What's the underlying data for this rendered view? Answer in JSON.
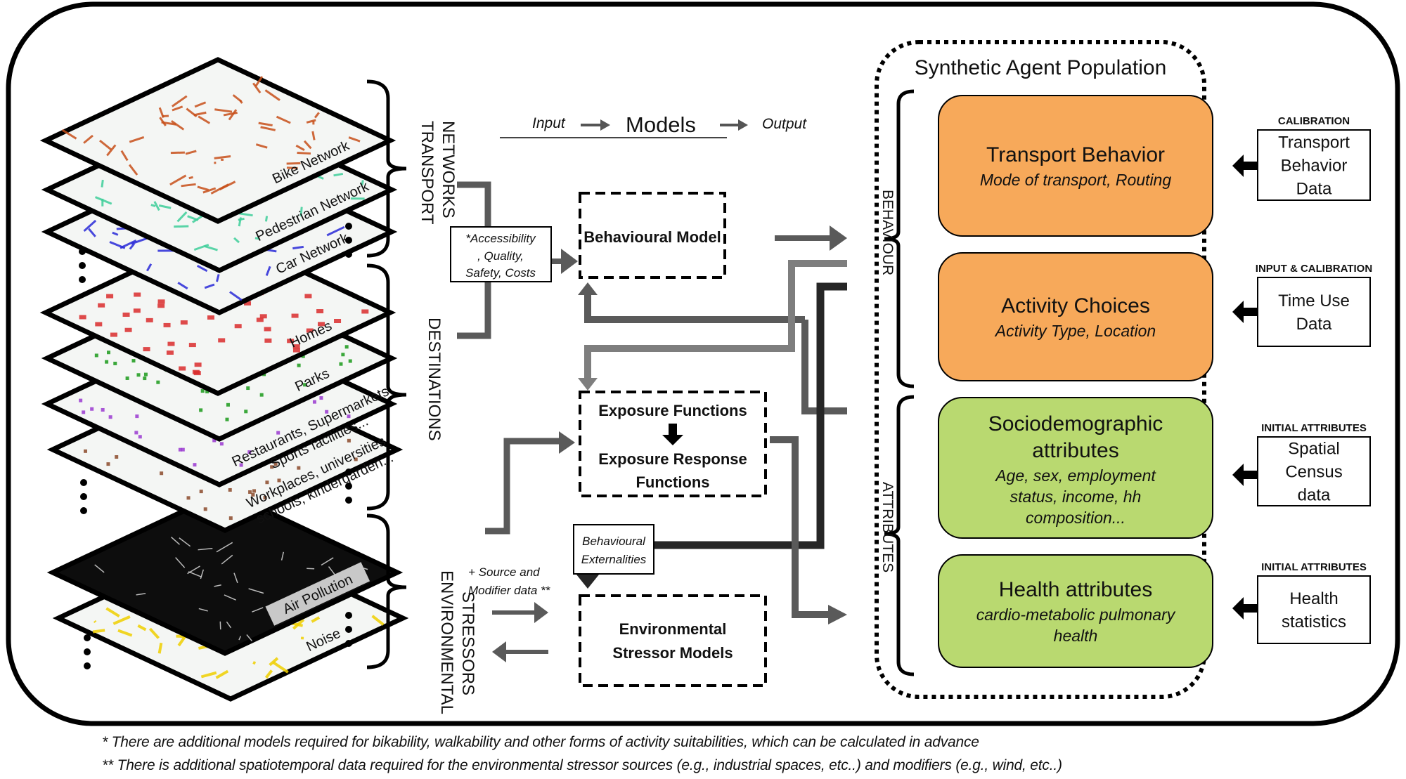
{
  "legend": {
    "input": "Input",
    "models": "Models",
    "output": "Output"
  },
  "layers": [
    {
      "label": "Bike Network",
      "color": "#c8501a",
      "group": "transport"
    },
    {
      "label": "Pedestrian Network",
      "color": "#3ecf9a",
      "group": "transport"
    },
    {
      "label": "Car Network",
      "color": "#2a2ad8",
      "group": "transport"
    },
    {
      "label": "Homes",
      "color": "#d92b2b",
      "group": "destinations"
    },
    {
      "label": "Parks",
      "color": "#1a9a1a",
      "group": "destinations"
    },
    {
      "label": "Restaurants, Supermarkets,",
      "label2": "Sports facilities...",
      "color": "#9a3ad0",
      "group": "destinations"
    },
    {
      "label": "Workplaces, universities,",
      "label2": "schools, kindergarden...",
      "color": "#8b4a2a",
      "group": "destinations"
    },
    {
      "label": "Air Pollution",
      "color": "#111111",
      "group": "environmental"
    },
    {
      "label": "Noise",
      "color": "#f0d000",
      "group": "environmental"
    }
  ],
  "groups": {
    "transport": [
      "TRANSPORT",
      "NETWORKS"
    ],
    "destinations": [
      "DESTINATIONS"
    ],
    "environmental": [
      "ENVIRONMENTAL",
      "STRESSORS"
    ]
  },
  "models": {
    "accessibility": [
      "*Accessibility",
      ", Quality,",
      "Safety, Costs"
    ],
    "behavioural_model": "Behavioural Model",
    "exposure_functions": "Exposure Functions",
    "exposure_response": [
      "Exposure Response",
      "Functions"
    ],
    "behavioural_externalities": [
      "Behavioural",
      "Externalities"
    ],
    "source_modifier": [
      "+ Source and",
      "Modifier data **"
    ],
    "environmental_stressor": [
      "Environmental",
      "Stressor Models"
    ]
  },
  "population": {
    "title": "Synthetic Agent Population",
    "behaviour_label": "BEHAVIOUR",
    "attributes_label": "ATTRIBUTES",
    "boxes": [
      {
        "title": [
          "Transport Behavior"
        ],
        "subtitle": [
          "Mode of transport, Routing"
        ],
        "color": "#f7a95a"
      },
      {
        "title": [
          "Activity Choices"
        ],
        "subtitle": [
          "Activity Type, Location"
        ],
        "color": "#f7a95a"
      },
      {
        "title": [
          "Sociodemographic",
          "attributes"
        ],
        "subtitle": [
          "Age, sex, employment",
          "status, income, hh",
          "composition..."
        ],
        "color": "#b9d970"
      },
      {
        "title": [
          "Health attributes"
        ],
        "subtitle": [
          "cardio-metabolic pulmonary",
          "health"
        ],
        "color": "#b9d970"
      }
    ]
  },
  "data_sources": [
    {
      "header": "CALIBRATION",
      "lines": [
        "Transport",
        "Behavior",
        "Data"
      ]
    },
    {
      "header": "INPUT & CALIBRATION",
      "lines": [
        "Time Use",
        "Data"
      ]
    },
    {
      "header": "INITIAL ATTRIBUTES",
      "lines": [
        "Spatial",
        "Census",
        "data"
      ]
    },
    {
      "header": "INITIAL ATTRIBUTES",
      "lines": [
        "Health",
        "statistics"
      ]
    }
  ],
  "footnotes": [
    "* There are additional models required for bikability, walkability and other forms of activity suitabilities, which can be calculated in advance",
    "** There is additional spatiotemporal data required for the environmental stressor sources (e.g., industrial spaces, etc..) and modifiers (e.g., wind, etc..)"
  ]
}
